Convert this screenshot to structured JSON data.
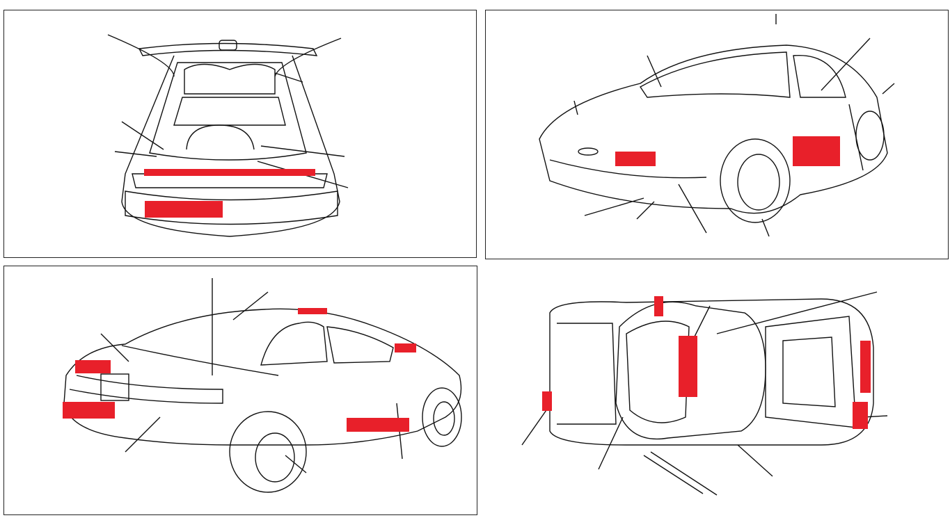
{
  "colors": {
    "line": "#111111",
    "redaction": "#e8202a",
    "background": "#ffffff",
    "frame": "#222222"
  },
  "panels": [
    {
      "view": "rear-hatch-open",
      "redaction_count": 2
    },
    {
      "view": "front-three-quarter",
      "redaction_count": 2
    },
    {
      "view": "rear-three-quarter",
      "redaction_count": 5
    },
    {
      "view": "top-down",
      "redaction_count": 5
    }
  ]
}
